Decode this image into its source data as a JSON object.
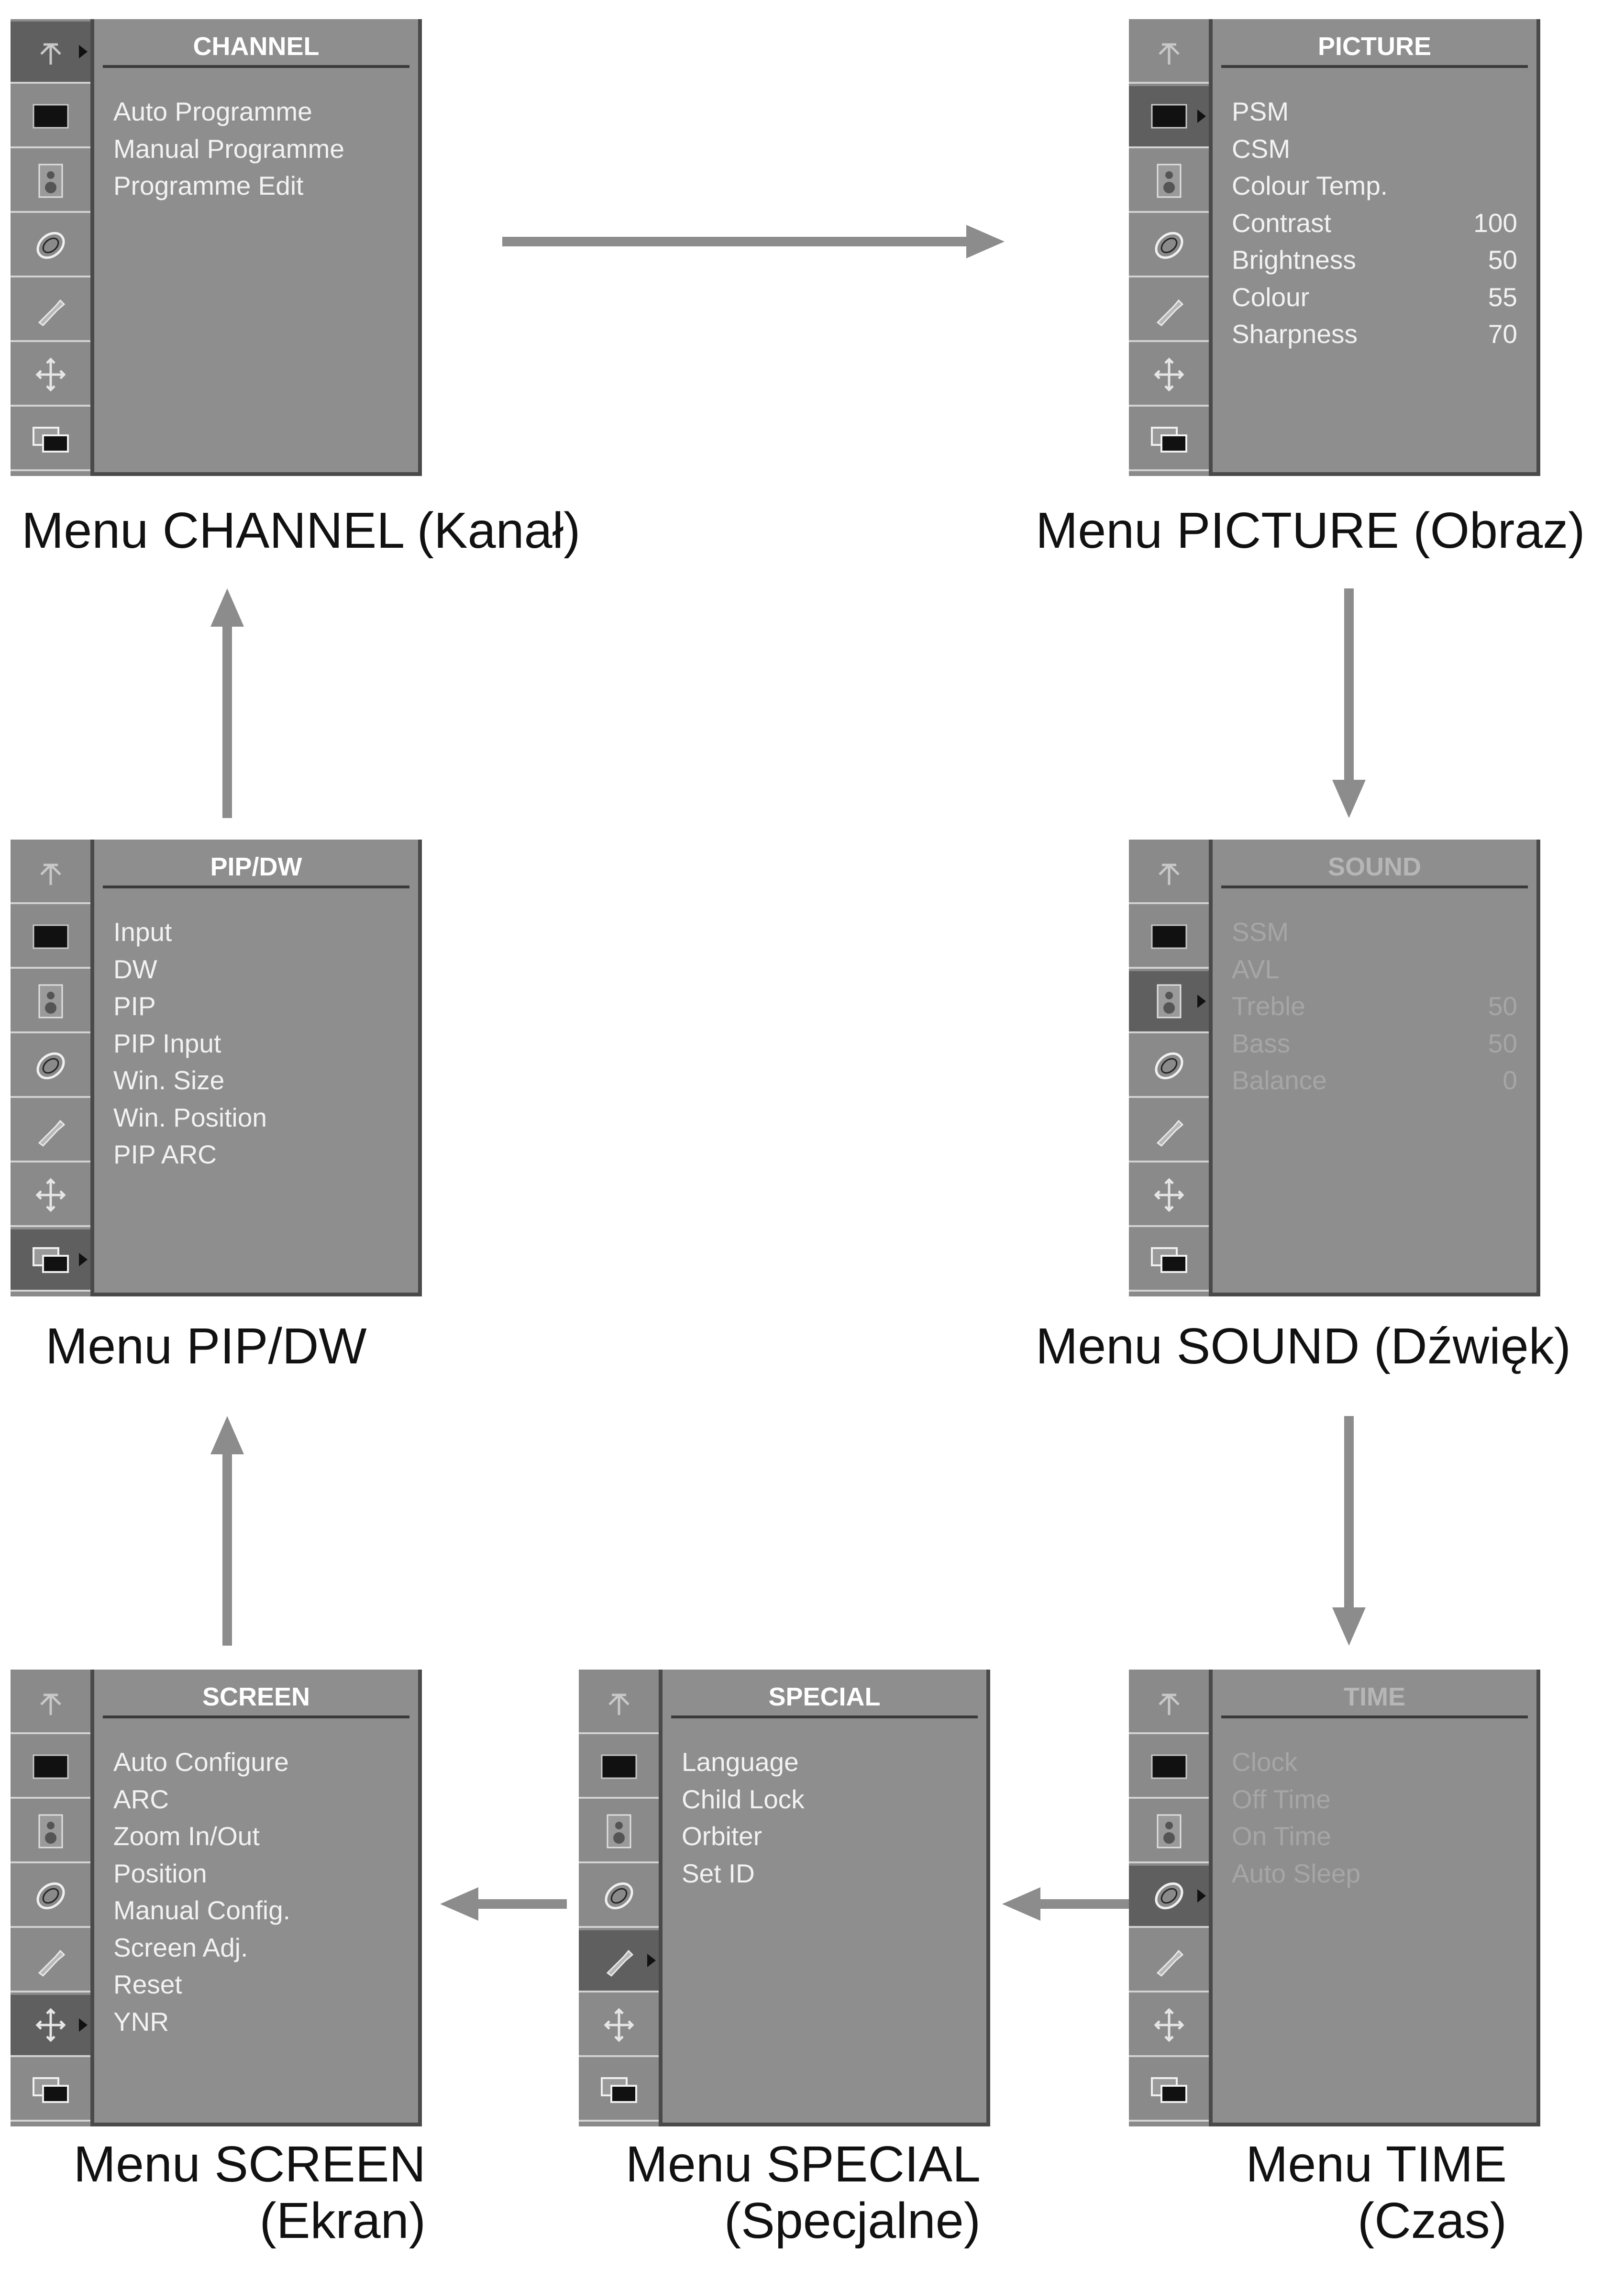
{
  "colors": {
    "panel": "#8e8e8e",
    "sidebar": "#8a8a8a",
    "arrow": "#8c8c8c",
    "caption": "#111111"
  },
  "sidebar_icons": [
    "antenna-icon",
    "screen-icon",
    "speaker-icon",
    "clock-icon",
    "wrench-icon",
    "move-icon",
    "pip-windows-icon"
  ],
  "menus": {
    "channel": {
      "title": "CHANNEL",
      "items": [
        {
          "label": "Auto Programme",
          "value": ""
        },
        {
          "label": "Manual Programme",
          "value": ""
        },
        {
          "label": "Programme Edit",
          "value": ""
        }
      ],
      "caption_line1": "Menu CHANNEL (Kanał)",
      "caption_line2": ""
    },
    "picture": {
      "title": "PICTURE",
      "items": [
        {
          "label": "PSM",
          "value": ""
        },
        {
          "label": "CSM",
          "value": ""
        },
        {
          "label": "Colour Temp.",
          "value": ""
        },
        {
          "label": "Contrast",
          "value": "100"
        },
        {
          "label": "Brightness",
          "value": "50"
        },
        {
          "label": "Colour",
          "value": "55"
        },
        {
          "label": "Sharpness",
          "value": "70"
        }
      ],
      "caption_line1": "Menu PICTURE (Obraz)",
      "caption_line2": ""
    },
    "sound": {
      "title": "SOUND",
      "items": [
        {
          "label": "SSM",
          "value": ""
        },
        {
          "label": "AVL",
          "value": ""
        },
        {
          "label": "Treble",
          "value": "50"
        },
        {
          "label": "Bass",
          "value": "50"
        },
        {
          "label": "Balance",
          "value": "0"
        }
      ],
      "caption_line1": "Menu SOUND (Dźwięk)",
      "caption_line2": ""
    },
    "pipdw": {
      "title": "PIP/DW",
      "items": [
        {
          "label": "Input",
          "value": ""
        },
        {
          "label": "DW",
          "value": ""
        },
        {
          "label": "PIP",
          "value": ""
        },
        {
          "label": "PIP Input",
          "value": ""
        },
        {
          "label": "Win. Size",
          "value": ""
        },
        {
          "label": "Win. Position",
          "value": ""
        },
        {
          "label": "PIP ARC",
          "value": ""
        }
      ],
      "caption_line1": "Menu PIP/DW",
      "caption_line2": ""
    },
    "screen": {
      "title": "SCREEN",
      "items": [
        {
          "label": "Auto Configure",
          "value": ""
        },
        {
          "label": "ARC",
          "value": ""
        },
        {
          "label": "Zoom In/Out",
          "value": ""
        },
        {
          "label": "Position",
          "value": ""
        },
        {
          "label": "Manual Config.",
          "value": ""
        },
        {
          "label": "Screen Adj.",
          "value": ""
        },
        {
          "label": "Reset",
          "value": ""
        },
        {
          "label": "YNR",
          "value": ""
        }
      ],
      "caption_line1": "Menu SCREEN",
      "caption_line2": "(Ekran)"
    },
    "special": {
      "title": "SPECIAL",
      "items": [
        {
          "label": "Language",
          "value": ""
        },
        {
          "label": "Child Lock",
          "value": ""
        },
        {
          "label": "Orbiter",
          "value": ""
        },
        {
          "label": "Set ID",
          "value": ""
        }
      ],
      "caption_line1": "Menu SPECIAL",
      "caption_line2": "(Specjalne)"
    },
    "time": {
      "title": "TIME",
      "items": [
        {
          "label": "Clock",
          "value": ""
        },
        {
          "label": "Off Time",
          "value": ""
        },
        {
          "label": "On Time",
          "value": ""
        },
        {
          "label": "Auto Sleep",
          "value": ""
        }
      ],
      "caption_line1": "Menu TIME",
      "caption_line2": "(Czas)"
    }
  }
}
